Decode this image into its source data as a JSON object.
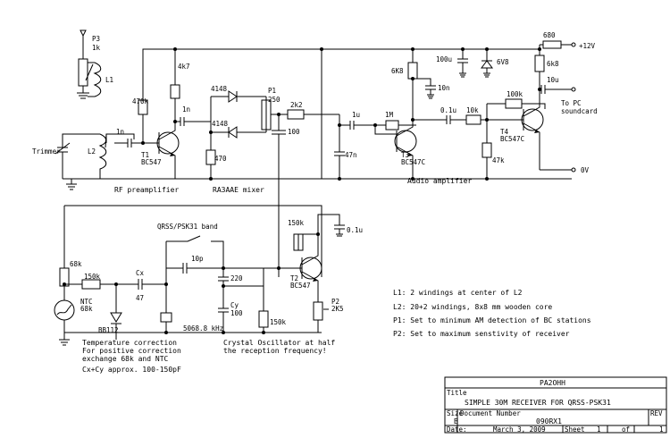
{
  "antenna": {
    "ref": "P3",
    "value": "1k"
  },
  "coils": {
    "l1": "L1",
    "l2": "L2"
  },
  "trimmer": "Trimmer",
  "cap_1n_a": "1n",
  "t1": {
    "ref": "T1",
    "type": "BC547"
  },
  "r_4k7": "4k7",
  "r_470k": "470k",
  "cap_1n_b": "1n",
  "d_top": "4148",
  "d_bot": "4148",
  "p1": {
    "ref": "P1",
    "value": "250"
  },
  "r_470": "470",
  "r_2k2": "2k2",
  "cap_100": "100",
  "cap_1u": "1u",
  "cap_47n": "47n",
  "r_1m": "1M",
  "r_6k8_a": "6K8",
  "cap_10n": "10n",
  "cap_100u": "100u",
  "z_6v8": "6V8",
  "t3": {
    "ref": "T3",
    "type": "BC547C"
  },
  "cap_01u_a": "0.1u",
  "r_10k": "10k",
  "r_47k": "47k",
  "r_100k": "100k",
  "r_680": "680",
  "supply_12": "+12V",
  "r_6k8_b": "6k8",
  "cap_10u": "10u",
  "output_lbl": "To PC\nsoundcard",
  "t4": {
    "ref": "T4",
    "type": "BC547C"
  },
  "gnd_lbl": "0V",
  "sect_rf": "RF preamplifier",
  "sect_mix": "RA3AAE mixer",
  "sect_audio": "Audio amplifier",
  "r_150k_a": "150k",
  "cap_01u_b": "0.1u",
  "band_lbl": "QRSS/PSK31 band",
  "cap_10p": "10p",
  "r_68k": "68k",
  "r_150k_b": "150k",
  "cx": {
    "ref": "Cx",
    "value": "47"
  },
  "ntc": {
    "ref": "NTC",
    "value": "68k"
  },
  "bb112": "BB112",
  "cap_220": "220",
  "cy": {
    "ref": "Cy",
    "value": "100"
  },
  "xtal": "5068.8 kHz",
  "t2": {
    "ref": "T2",
    "type": "BC547"
  },
  "p2": {
    "ref": "P2",
    "value": "2K5"
  },
  "r_150k_c": "150k",
  "note_temp": [
    "Temperature correction",
    "For positive correction",
    "exchange 68k and NTC"
  ],
  "note_cxcy": "Cx+Cy approx. 100-150pF",
  "note_xo": [
    "Crystal Oscillator at half",
    "the reception frequency!"
  ],
  "notes": [
    "L1: 2 windings at center of L2",
    "L2: 20+2 windings, 8x8 mm wooden core",
    "P1: Set to minimum AM detection of BC stations",
    "P2: Set to maximum senstivity of receiver"
  ],
  "title_block": {
    "author": "PA2OHH",
    "title_lbl": "Title",
    "title": "SIMPLE 30M RECEIVER FOR QRSS-PSK31",
    "size_lbl": "Size",
    "size": "B",
    "docnum_lbl": "Document Number",
    "docnum": "090RX1",
    "rev_lbl": "REV",
    "date_lbl": "Date:",
    "date": "March  3, 2009",
    "sheet_lbl": "Sheet",
    "sheet": "1",
    "of_lbl": "of",
    "of": "1"
  }
}
